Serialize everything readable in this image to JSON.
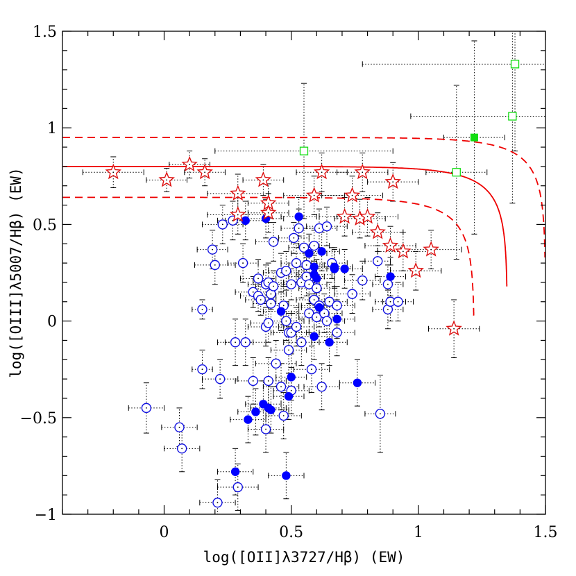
{
  "chart_data": {
    "type": "scatter",
    "xlabel": "log([OII]λ3727/Hβ) (EW)",
    "ylabel": "log([OIII]λ5007/Hβ) (EW)",
    "xlim": [
      -0.4,
      1.5
    ],
    "ylim": [
      -1.0,
      1.5
    ],
    "x_ticks": [
      {
        "value": 0,
        "label": "0"
      },
      {
        "value": 0.5,
        "label": "0.5"
      },
      {
        "value": 1.0,
        "label": "1"
      },
      {
        "value": 1.5,
        "label": "1.5"
      }
    ],
    "y_ticks": [
      {
        "value": -1.0,
        "label": "−1"
      },
      {
        "value": -0.5,
        "label": "−0.5"
      },
      {
        "value": 0,
        "label": "0"
      },
      {
        "value": 0.5,
        "label": "0.5"
      },
      {
        "value": 1.0,
        "label": "1"
      },
      {
        "value": 1.5,
        "label": "1.5"
      }
    ],
    "grid": false,
    "legend": "none",
    "colors": {
      "open_circles": "#1010e0",
      "filled_circles": "#0000ff",
      "stars": "#dd1111",
      "squares": "#11dd11",
      "curve": "#ee0000",
      "errorbars": "#000000"
    },
    "curves": [
      {
        "style": "solid",
        "log_a": 0.8,
        "log_b": 1.35
      },
      {
        "style": "dashed",
        "log_a": 0.95,
        "log_b": 1.5
      },
      {
        "style": "dashed",
        "log_a": 0.64,
        "log_b": 1.22
      }
    ],
    "series": [
      {
        "marker": "open-circle",
        "points": [
          [
            -0.07,
            -0.45,
            0.07,
            0.13
          ],
          [
            0.06,
            -0.55,
            0.07,
            0.1
          ],
          [
            0.07,
            -0.66,
            0.07,
            0.12
          ],
          [
            0.15,
            -0.25,
            0.04,
            0.1
          ],
          [
            0.15,
            0.06,
            0.04,
            0.05
          ],
          [
            0.19,
            0.37,
            0.06,
            0.1
          ],
          [
            0.2,
            0.29,
            0.08,
            0.1
          ],
          [
            0.21,
            -0.94,
            0.07,
            0.12
          ],
          [
            0.22,
            -0.3,
            0.07,
            0.1
          ],
          [
            0.23,
            0.5,
            0.08,
            0.1
          ],
          [
            0.27,
            0.52,
            0.06,
            0.1
          ],
          [
            0.28,
            -0.11,
            0.07,
            0.12
          ],
          [
            0.29,
            -0.86,
            0.08,
            0.12
          ],
          [
            0.31,
            0.3,
            0.06,
            0.1
          ],
          [
            0.32,
            -0.11,
            0.08,
            0.12
          ],
          [
            0.35,
            -0.31,
            0.07,
            0.12
          ],
          [
            0.35,
            0.15,
            0.07,
            0.08
          ],
          [
            0.37,
            0.22,
            0.07,
            0.1
          ],
          [
            0.37,
            0.13,
            0.07,
            0.08
          ],
          [
            0.38,
            0.11,
            0.06,
            0.08
          ],
          [
            0.4,
            0.19,
            0.07,
            0.1
          ],
          [
            0.4,
            -0.03,
            0.07,
            0.1
          ],
          [
            0.4,
            -0.56,
            0.07,
            0.12
          ],
          [
            0.41,
            0.2,
            0.06,
            0.1
          ],
          [
            0.41,
            -0.31,
            0.07,
            0.12
          ],
          [
            0.41,
            -0.01,
            0.07,
            0.1
          ],
          [
            0.42,
            0.14,
            0.06,
            0.08
          ],
          [
            0.42,
            0.09,
            0.07,
            0.1
          ],
          [
            0.43,
            0.41,
            0.07,
            0.1
          ],
          [
            0.43,
            0.18,
            0.07,
            0.08
          ],
          [
            0.44,
            -0.22,
            0.08,
            0.12
          ],
          [
            0.46,
            -0.34,
            0.07,
            0.12
          ],
          [
            0.46,
            0.25,
            0.07,
            0.1
          ],
          [
            0.47,
            0.08,
            0.06,
            0.1
          ],
          [
            0.47,
            -0.49,
            0.07,
            0.12
          ],
          [
            0.48,
            0.26,
            0.07,
            0.1
          ],
          [
            0.48,
            0.0,
            0.07,
            0.1
          ],
          [
            0.49,
            -0.06,
            0.07,
            0.1
          ],
          [
            0.49,
            -0.15,
            0.07,
            0.12
          ],
          [
            0.5,
            0.19,
            0.06,
            0.08
          ],
          [
            0.5,
            -0.06,
            0.07,
            0.1
          ],
          [
            0.5,
            -0.36,
            0.07,
            0.12
          ],
          [
            0.51,
            0.43,
            0.06,
            0.08
          ],
          [
            0.52,
            0.3,
            0.06,
            0.1
          ],
          [
            0.52,
            -0.03,
            0.07,
            0.1
          ],
          [
            0.53,
            0.48,
            0.07,
            0.1
          ],
          [
            0.54,
            -0.11,
            0.07,
            0.12
          ],
          [
            0.54,
            0.2,
            0.07,
            0.08
          ],
          [
            0.55,
            0.38,
            0.06,
            0.1
          ],
          [
            0.56,
            0.29,
            0.07,
            0.1
          ],
          [
            0.56,
            0.23,
            0.07,
            0.1
          ],
          [
            0.57,
            0.04,
            0.07,
            0.1
          ],
          [
            0.57,
            0.19,
            0.07,
            0.1
          ],
          [
            0.58,
            -0.25,
            0.07,
            0.12
          ],
          [
            0.59,
            0.39,
            0.06,
            0.08
          ],
          [
            0.59,
            0.11,
            0.07,
            0.1
          ],
          [
            0.6,
            0.17,
            0.07,
            0.1
          ],
          [
            0.6,
            0.02,
            0.07,
            0.1
          ],
          [
            0.61,
            0.48,
            0.07,
            0.1
          ],
          [
            0.61,
            0.08,
            0.07,
            0.08
          ],
          [
            0.62,
            -0.34,
            0.07,
            0.12
          ],
          [
            0.63,
            0.04,
            0.07,
            0.1
          ],
          [
            0.64,
            0.0,
            0.07,
            0.1
          ],
          [
            0.64,
            0.49,
            0.08,
            0.1
          ],
          [
            0.65,
            0.1,
            0.07,
            0.1
          ],
          [
            0.66,
            0.3,
            0.06,
            0.08
          ],
          [
            0.68,
            0.08,
            0.07,
            0.1
          ],
          [
            0.68,
            -0.06,
            0.07,
            0.12
          ],
          [
            0.74,
            0.14,
            0.07,
            0.1
          ],
          [
            0.78,
            0.21,
            0.07,
            0.1
          ],
          [
            0.84,
            0.31,
            0.05,
            0.08
          ],
          [
            0.85,
            -0.48,
            0.06,
            0.2
          ],
          [
            0.88,
            0.06,
            0.06,
            0.1
          ],
          [
            0.88,
            0.19,
            0.06,
            0.1
          ],
          [
            0.89,
            0.1,
            0.06,
            0.1
          ],
          [
            0.92,
            0.1,
            0.06,
            0.1
          ]
        ]
      },
      {
        "marker": "filled-circle",
        "points": [
          [
            0.28,
            -0.78,
            0.07,
            0.12
          ],
          [
            0.32,
            0.52,
            0.08,
            0.1
          ],
          [
            0.33,
            -0.51,
            0.07,
            0.12
          ],
          [
            0.36,
            -0.47,
            0.07,
            0.12
          ],
          [
            0.39,
            -0.43,
            0.07,
            0.12
          ],
          [
            0.4,
            0.53,
            0.07,
            0.1
          ],
          [
            0.41,
            -0.45,
            0.07,
            0.12
          ],
          [
            0.42,
            -0.46,
            0.07,
            0.12
          ],
          [
            0.46,
            0.05,
            0.07,
            0.1
          ],
          [
            0.48,
            -0.8,
            0.07,
            0.12
          ],
          [
            0.49,
            -0.39,
            0.06,
            0.12
          ],
          [
            0.5,
            -0.29,
            0.06,
            0.12
          ],
          [
            0.53,
            0.54,
            0.07,
            0.1
          ],
          [
            0.57,
            0.35,
            0.07,
            0.1
          ],
          [
            0.59,
            0.28,
            0.07,
            0.1
          ],
          [
            0.59,
            0.24,
            0.07,
            0.1
          ],
          [
            0.59,
            -0.08,
            0.07,
            0.12
          ],
          [
            0.6,
            0.22,
            0.07,
            0.1
          ],
          [
            0.61,
            0.07,
            0.07,
            0.1
          ],
          [
            0.62,
            0.36,
            0.07,
            0.1
          ],
          [
            0.65,
            -0.11,
            0.07,
            0.12
          ],
          [
            0.67,
            0.28,
            0.07,
            0.1
          ],
          [
            0.67,
            0.27,
            0.07,
            0.1
          ],
          [
            0.68,
            0.01,
            0.07,
            0.1
          ],
          [
            0.71,
            0.27,
            0.07,
            0.1
          ],
          [
            0.76,
            -0.32,
            0.07,
            0.12
          ],
          [
            0.89,
            0.23,
            0.06,
            0.1
          ]
        ]
      },
      {
        "marker": "star",
        "points": [
          [
            -0.2,
            0.77,
            0.12,
            0.08
          ],
          [
            0.01,
            0.73,
            0.08,
            0.06
          ],
          [
            0.1,
            0.81,
            0.08,
            0.07
          ],
          [
            0.16,
            0.77,
            0.08,
            0.07
          ],
          [
            0.29,
            0.66,
            0.12,
            0.1
          ],
          [
            0.29,
            0.55,
            0.12,
            0.1
          ],
          [
            0.39,
            0.73,
            0.08,
            0.08
          ],
          [
            0.41,
            0.61,
            0.08,
            0.1
          ],
          [
            0.41,
            0.56,
            0.08,
            0.1
          ],
          [
            0.59,
            0.65,
            0.12,
            0.1
          ],
          [
            0.62,
            0.77,
            0.1,
            0.1
          ],
          [
            0.71,
            0.54,
            0.1,
            0.1
          ],
          [
            0.74,
            0.65,
            0.12,
            0.1
          ],
          [
            0.77,
            0.53,
            0.1,
            0.1
          ],
          [
            0.78,
            0.77,
            0.1,
            0.1
          ],
          [
            0.8,
            0.54,
            0.12,
            0.1
          ],
          [
            0.84,
            0.46,
            0.1,
            0.1
          ],
          [
            0.89,
            0.39,
            0.1,
            0.1
          ],
          [
            0.9,
            0.72,
            0.1,
            0.1
          ],
          [
            0.94,
            0.36,
            0.1,
            0.1
          ],
          [
            0.99,
            0.26,
            0.1,
            0.1
          ],
          [
            1.05,
            0.37,
            0.12,
            0.1
          ],
          [
            1.14,
            -0.04,
            0.1,
            0.15
          ]
        ]
      },
      {
        "marker": "open-square",
        "points": [
          [
            0.55,
            0.88,
            0.35,
            0.35
          ],
          [
            1.15,
            0.77,
            0.12,
            0.45
          ],
          [
            1.37,
            1.06,
            0.4,
            0.45
          ],
          [
            1.38,
            1.33,
            0.6,
            0.45
          ]
        ]
      },
      {
        "marker": "filled-square",
        "points": [
          [
            1.22,
            0.95,
            0.12,
            0.5
          ]
        ]
      }
    ]
  }
}
